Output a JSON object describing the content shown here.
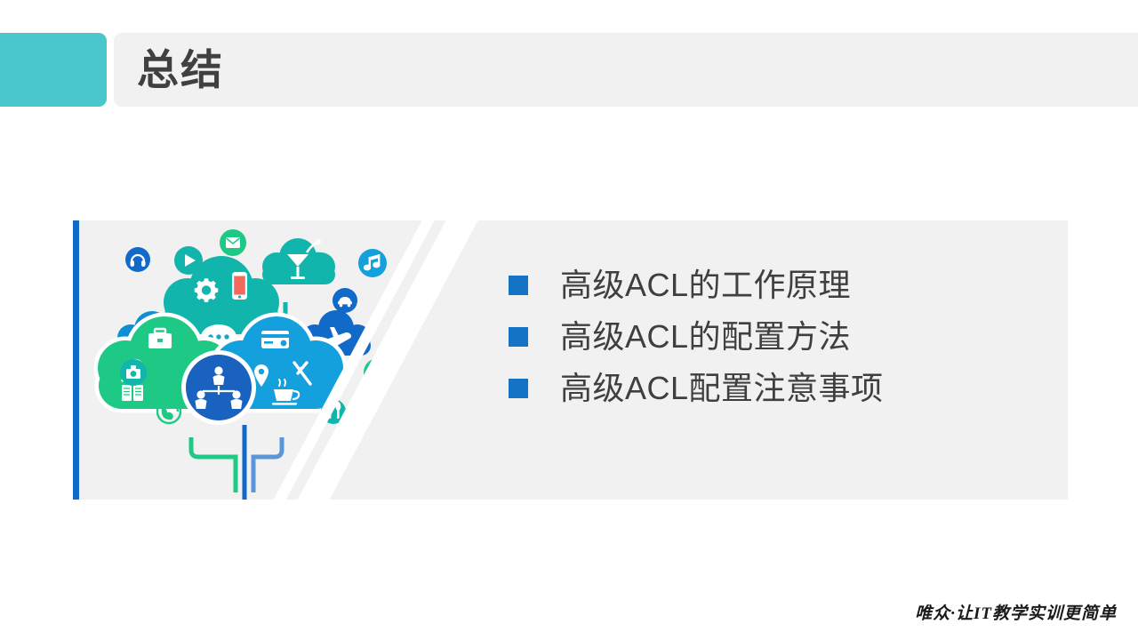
{
  "slide": {
    "title": "总结",
    "accent_color": "#4ac6cd",
    "header_bg": "#f1f1f1",
    "panel_bg": "#f1f1f1",
    "panel_bar_color": "#1169c8",
    "bullet_marker_color": "#1573c6",
    "text_color": "#3f3f3f"
  },
  "bullets": [
    {
      "text": "高级ACL的工作原理"
    },
    {
      "text": "高级ACL的配置方法"
    },
    {
      "text": "高级ACL配置注意事项"
    }
  ],
  "illustration": {
    "name": "cloud-computing-services-illustration",
    "cloud_colors": {
      "top": "#12b5ab",
      "left": "#1ec985",
      "right": "#14a0dd",
      "center": "#1a62c0"
    },
    "satellite_icons": [
      "headphones-icon",
      "play-icon",
      "mail-icon",
      "cocktail-cloud-icon",
      "music-note-icon",
      "basket-cloud-icon",
      "car-icon",
      "airplane-cloud-icon",
      "camera-icon",
      "rss-icon",
      "globe-icon",
      "cutlery-icon"
    ],
    "cloud_icons": [
      "gear-icon",
      "smartphone-icon",
      "chat-bubble-icon",
      "briefcase-icon",
      "search-icon",
      "books-icon",
      "credit-card-icon",
      "map-pin-icon",
      "wrench-icon",
      "coffee-cup-icon",
      "network-users-icon"
    ]
  },
  "footer": {
    "text": "唯众·让IT教学实训更简单"
  }
}
